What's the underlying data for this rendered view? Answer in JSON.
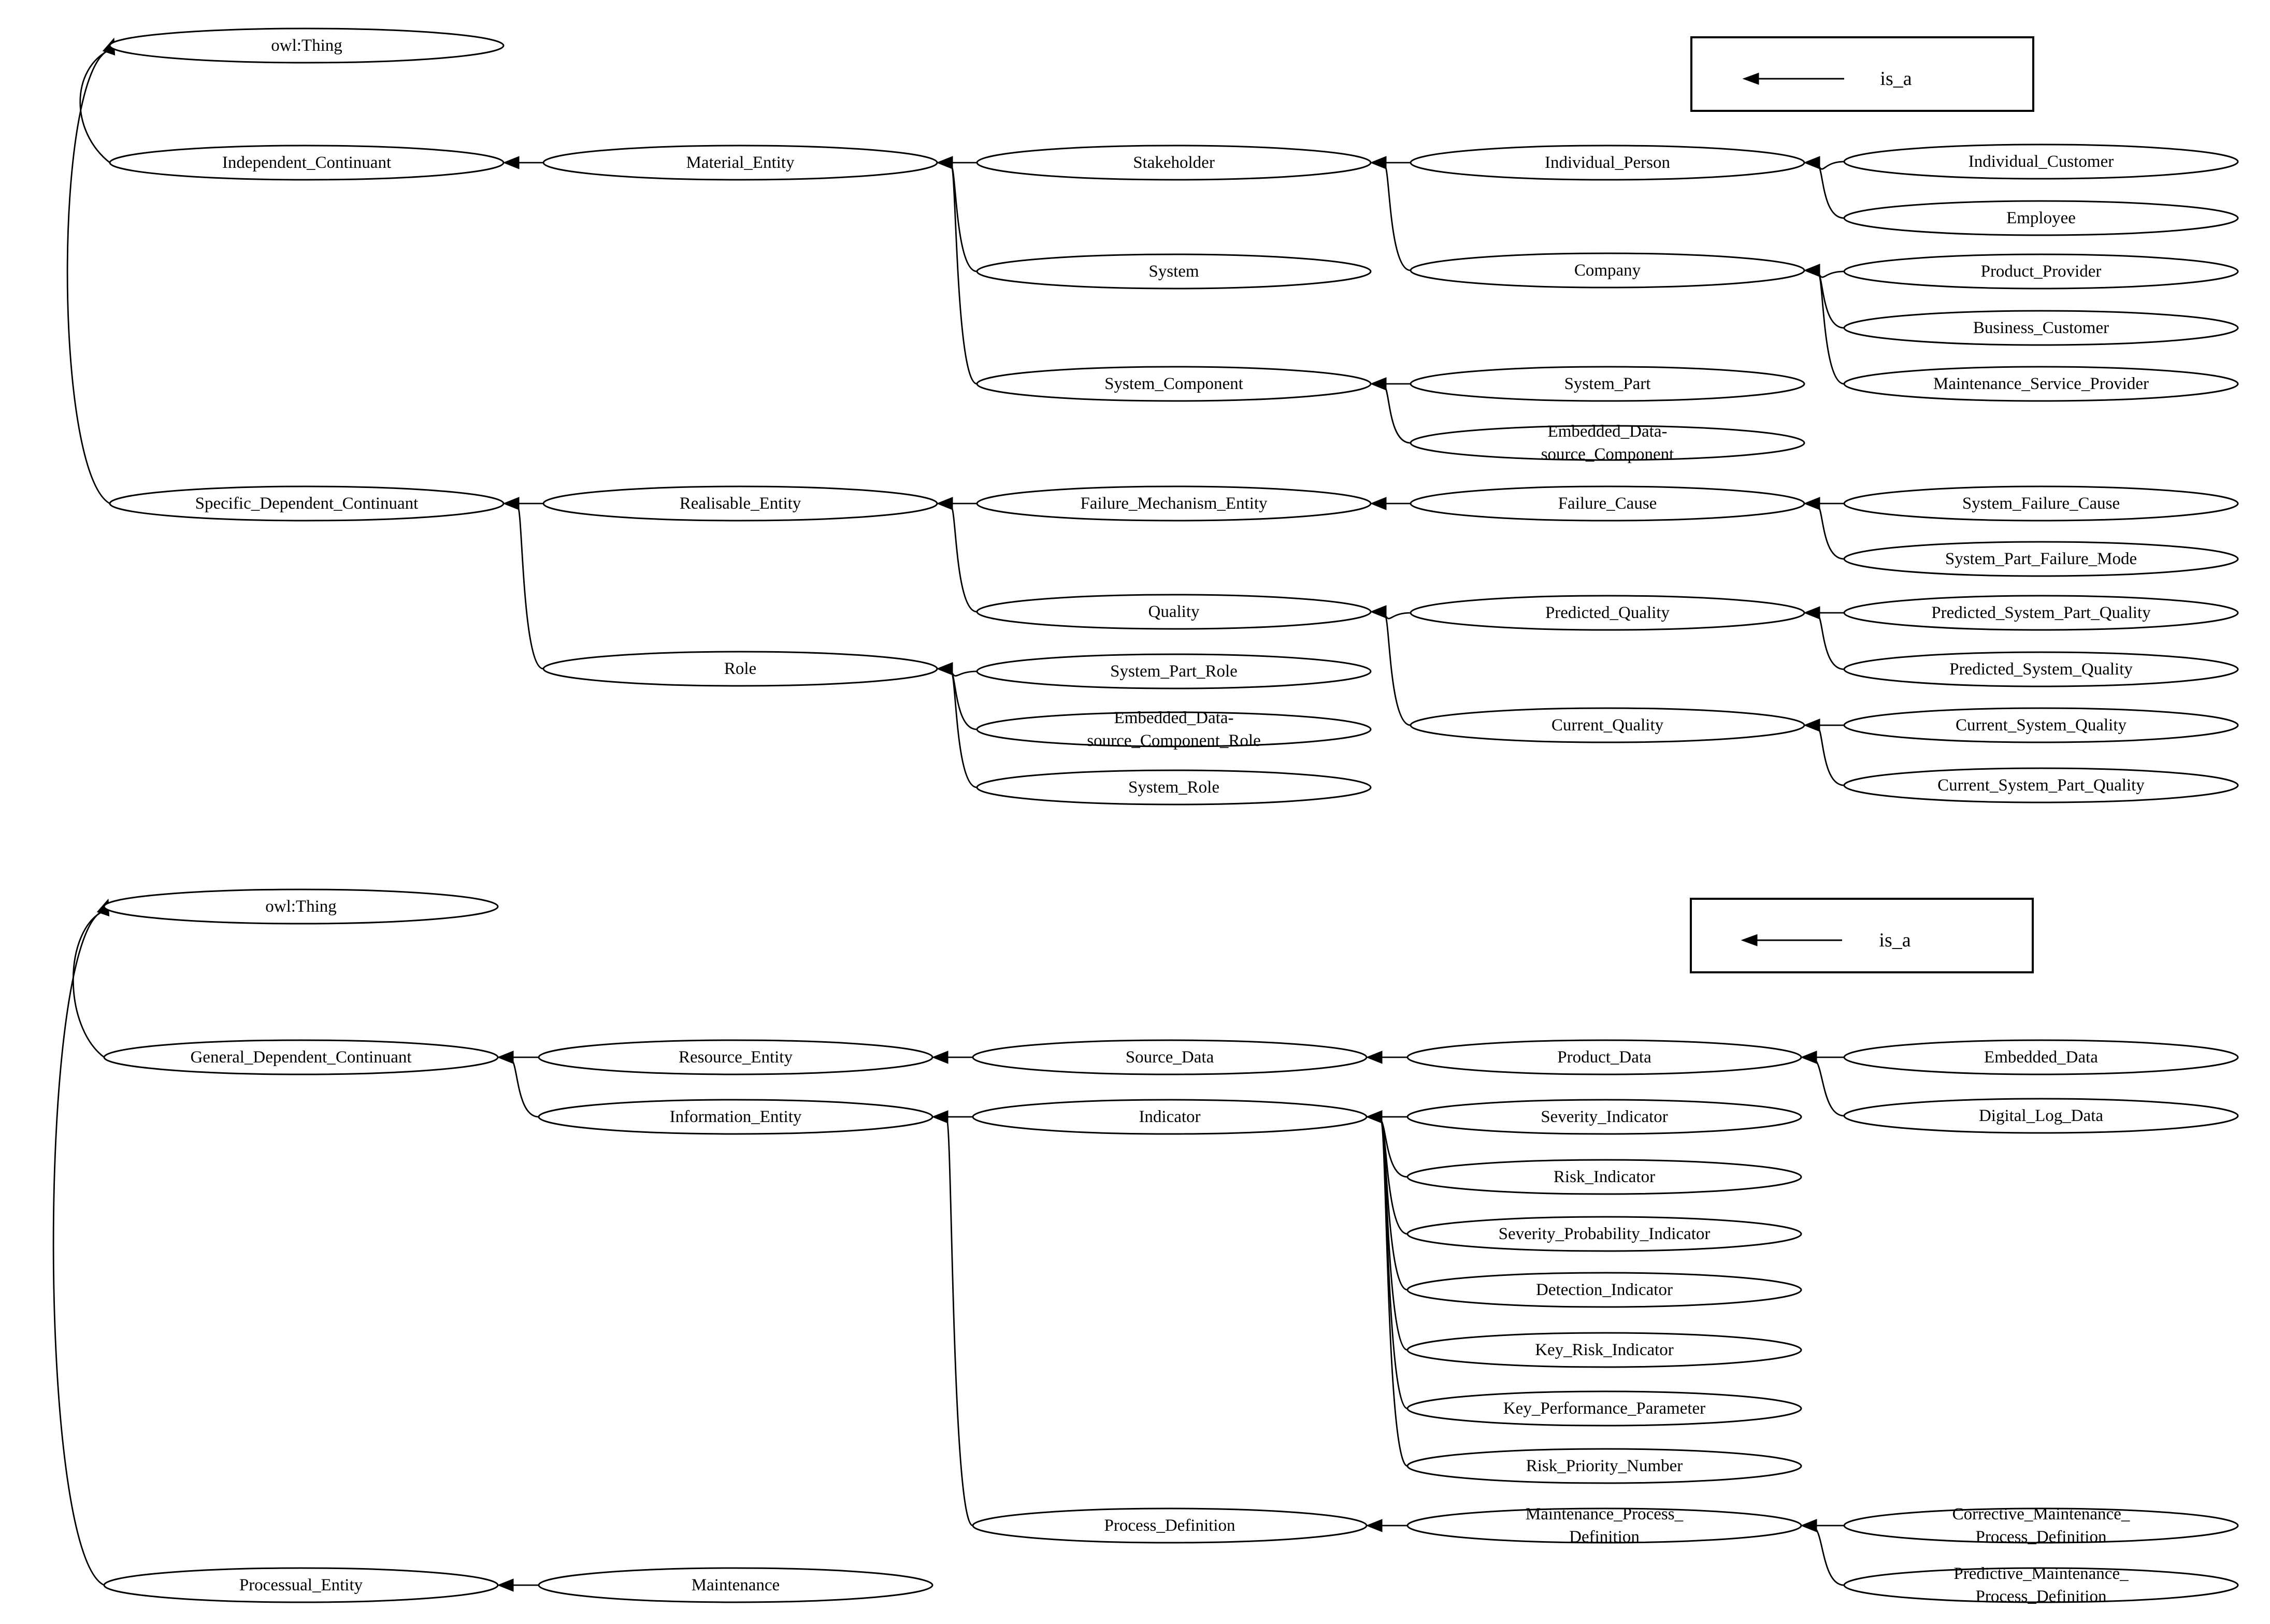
{
  "legend_label": "is_a",
  "diagrams": [
    {
      "id": "top",
      "nodes": [
        {
          "id": "t_thing",
          "label": "owl:Thing"
        },
        {
          "id": "t_ic",
          "label": "Independent_Continuant"
        },
        {
          "id": "t_me",
          "label": "Material_Entity"
        },
        {
          "id": "t_sh",
          "label": "Stakeholder"
        },
        {
          "id": "t_ip",
          "label": "Individual_Person"
        },
        {
          "id": "t_icust",
          "label": "Individual_Customer"
        },
        {
          "id": "t_emp",
          "label": "Employee"
        },
        {
          "id": "t_sys",
          "label": "System"
        },
        {
          "id": "t_comp",
          "label": "Company"
        },
        {
          "id": "t_pp",
          "label": "Product_Provider"
        },
        {
          "id": "t_bc",
          "label": "Business_Customer"
        },
        {
          "id": "t_msp",
          "label": "Maintenance_Service_Provider"
        },
        {
          "id": "t_sc",
          "label": "System_Component"
        },
        {
          "id": "t_spart",
          "label": "System_Part"
        },
        {
          "id": "t_edc",
          "label": "Embedded_Data-\nsource_Component"
        },
        {
          "id": "t_sdc",
          "label": "Specific_Dependent_Continuant"
        },
        {
          "id": "t_re",
          "label": "Realisable_Entity"
        },
        {
          "id": "t_fme",
          "label": "Failure_Mechanism_Entity"
        },
        {
          "id": "t_fc",
          "label": "Failure_Cause"
        },
        {
          "id": "t_sfc",
          "label": "System_Failure_Cause"
        },
        {
          "id": "t_spfm",
          "label": "System_Part_Failure_Mode"
        },
        {
          "id": "t_q",
          "label": "Quality"
        },
        {
          "id": "t_pq",
          "label": "Predicted_Quality"
        },
        {
          "id": "t_pspq",
          "label": "Predicted_System_Part_Quality"
        },
        {
          "id": "t_psq",
          "label": "Predicted_System_Quality"
        },
        {
          "id": "t_cq",
          "label": "Current_Quality"
        },
        {
          "id": "t_csq",
          "label": "Current_System_Quality"
        },
        {
          "id": "t_cspq",
          "label": "Current_System_Part_Quality"
        },
        {
          "id": "t_role",
          "label": "Role"
        },
        {
          "id": "t_spr",
          "label": "System_Part_Role"
        },
        {
          "id": "t_edcr",
          "label": "Embedded_Data-\nsource_Component_Role"
        },
        {
          "id": "t_sr",
          "label": "System_Role"
        }
      ],
      "edges": [
        [
          "t_ic",
          "t_thing"
        ],
        [
          "t_sdc",
          "t_thing"
        ],
        [
          "t_me",
          "t_ic"
        ],
        [
          "t_sh",
          "t_me"
        ],
        [
          "t_sys",
          "t_me"
        ],
        [
          "t_sc",
          "t_me"
        ],
        [
          "t_ip",
          "t_sh"
        ],
        [
          "t_comp",
          "t_sh"
        ],
        [
          "t_icust",
          "t_ip"
        ],
        [
          "t_emp",
          "t_ip"
        ],
        [
          "t_pp",
          "t_comp"
        ],
        [
          "t_bc",
          "t_comp"
        ],
        [
          "t_msp",
          "t_comp"
        ],
        [
          "t_spart",
          "t_sc"
        ],
        [
          "t_edc",
          "t_sc"
        ],
        [
          "t_re",
          "t_sdc"
        ],
        [
          "t_role",
          "t_sdc"
        ],
        [
          "t_fme",
          "t_re"
        ],
        [
          "t_q",
          "t_re"
        ],
        [
          "t_fc",
          "t_fme"
        ],
        [
          "t_sfc",
          "t_fc"
        ],
        [
          "t_spfm",
          "t_fc"
        ],
        [
          "t_pq",
          "t_q"
        ],
        [
          "t_cq",
          "t_q"
        ],
        [
          "t_pspq",
          "t_pq"
        ],
        [
          "t_psq",
          "t_pq"
        ],
        [
          "t_csq",
          "t_cq"
        ],
        [
          "t_cspq",
          "t_cq"
        ],
        [
          "t_spr",
          "t_role"
        ],
        [
          "t_edcr",
          "t_role"
        ],
        [
          "t_sr",
          "t_role"
        ]
      ]
    },
    {
      "id": "bottom",
      "nodes": [
        {
          "id": "b_thing",
          "label": "owl:Thing"
        },
        {
          "id": "b_gdc",
          "label": "General_Dependent_Continuant"
        },
        {
          "id": "b_res",
          "label": "Resource_Entity"
        },
        {
          "id": "b_sd",
          "label": "Source_Data"
        },
        {
          "id": "b_pd",
          "label": "Product_Data"
        },
        {
          "id": "b_ed",
          "label": "Embedded_Data"
        },
        {
          "id": "b_dld",
          "label": "Digital_Log_Data"
        },
        {
          "id": "b_ie",
          "label": "Information_Entity"
        },
        {
          "id": "b_ind",
          "label": "Indicator"
        },
        {
          "id": "b_si",
          "label": "Severity_Indicator"
        },
        {
          "id": "b_ri",
          "label": "Risk_Indicator"
        },
        {
          "id": "b_spi",
          "label": "Severity_Probability_Indicator"
        },
        {
          "id": "b_di",
          "label": "Detection_Indicator"
        },
        {
          "id": "b_kri",
          "label": "Key_Risk_Indicator"
        },
        {
          "id": "b_kpp",
          "label": "Key_Performance_Parameter"
        },
        {
          "id": "b_rpn",
          "label": "Risk_Priority_Number"
        },
        {
          "id": "b_pdef",
          "label": "Process_Definition"
        },
        {
          "id": "b_mpd",
          "label": "Maintenance_Process_\nDefinition"
        },
        {
          "id": "b_cmpd",
          "label": "Corrective_Maintenance_\nProcess_Definition"
        },
        {
          "id": "b_pmpd",
          "label": "Predictive_Maintenance_\nProcess_Definition"
        },
        {
          "id": "b_pe",
          "label": "Processual_Entity"
        },
        {
          "id": "b_maint",
          "label": "Maintenance"
        }
      ],
      "edges": [
        [
          "b_gdc",
          "b_thing"
        ],
        [
          "b_pe",
          "b_thing"
        ],
        [
          "b_res",
          "b_gdc"
        ],
        [
          "b_ie",
          "b_gdc"
        ],
        [
          "b_sd",
          "b_res"
        ],
        [
          "b_pd",
          "b_sd"
        ],
        [
          "b_ed",
          "b_pd"
        ],
        [
          "b_dld",
          "b_pd"
        ],
        [
          "b_ind",
          "b_ie"
        ],
        [
          "b_pdef",
          "b_ie"
        ],
        [
          "b_si",
          "b_ind"
        ],
        [
          "b_ri",
          "b_ind"
        ],
        [
          "b_spi",
          "b_ind"
        ],
        [
          "b_di",
          "b_ind"
        ],
        [
          "b_kri",
          "b_ind"
        ],
        [
          "b_kpp",
          "b_ind"
        ],
        [
          "b_rpn",
          "b_ind"
        ],
        [
          "b_mpd",
          "b_pdef"
        ],
        [
          "b_cmpd",
          "b_mpd"
        ],
        [
          "b_pmpd",
          "b_mpd"
        ],
        [
          "b_maint",
          "b_pe"
        ]
      ]
    }
  ]
}
